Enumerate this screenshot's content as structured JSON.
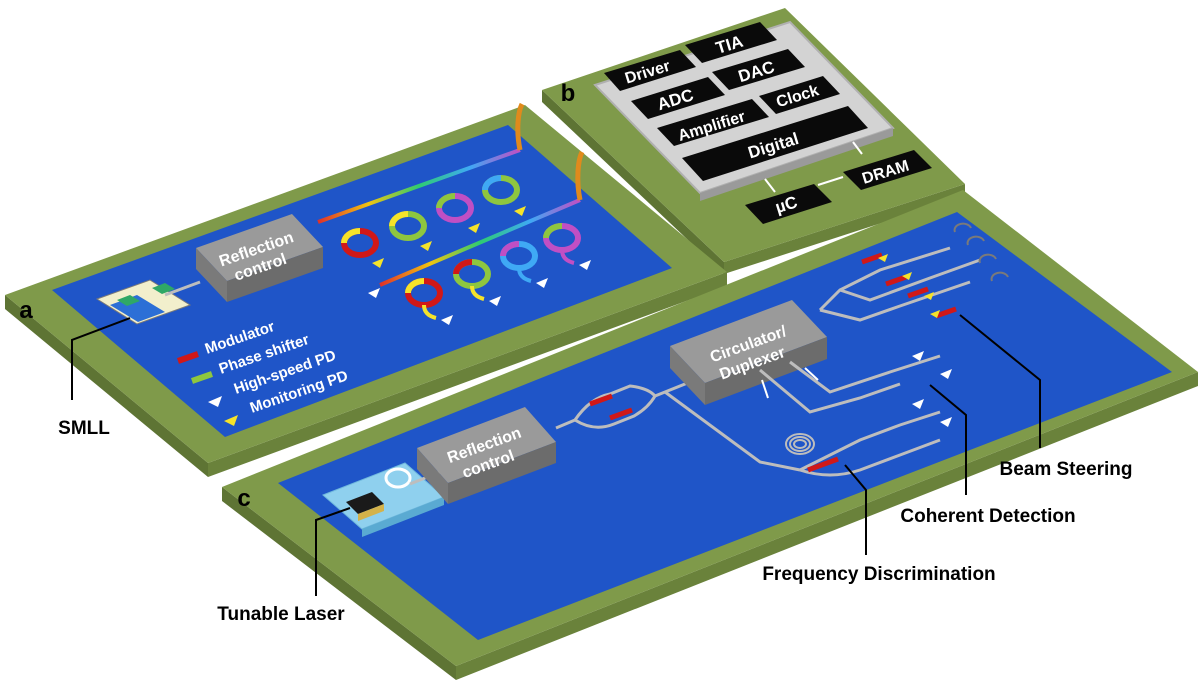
{
  "panels": {
    "a": {
      "letter": "a",
      "block_label_line1": "Reflection",
      "block_label_line2": "control",
      "callout": "SMLL",
      "legend": {
        "modulator": "Modulator",
        "phase_shifter": "Phase shifter",
        "high_speed_pd": "High-speed PD",
        "monitoring_pd": "Monitoring PD"
      }
    },
    "b": {
      "letter": "b",
      "blocks": {
        "driver": "Driver",
        "tia": "TIA",
        "adc": "ADC",
        "dac": "DAC",
        "amplifier": "Amplifier",
        "clock": "Clock",
        "digital": "Digital",
        "uc": "µC",
        "dram": "DRAM"
      }
    },
    "c": {
      "letter": "c",
      "block_label_line1": "Reflection",
      "block_label_line2": "control",
      "circulator_line1": "Circulator/",
      "circulator_line2": "Duplexer",
      "callouts": {
        "tunable_laser": "Tunable Laser",
        "frequency_discrimination": "Frequency Discrimination",
        "coherent_detection": "Coherent Detection",
        "beam_steering": "Beam Steering"
      }
    }
  },
  "colors": {
    "board_green": "#7f9a4a",
    "board_green_dark": "#5e7434",
    "substrate_blue": "#1f55c8",
    "block_gray": "#8a8a8a",
    "chip_black": "#0a0a0a",
    "modulator_red": "#d01818",
    "phase_shifter_green": "#8ec63f",
    "monitor_yellow": "#f5e32a",
    "waveguide_gray": "#bdbdbd"
  }
}
